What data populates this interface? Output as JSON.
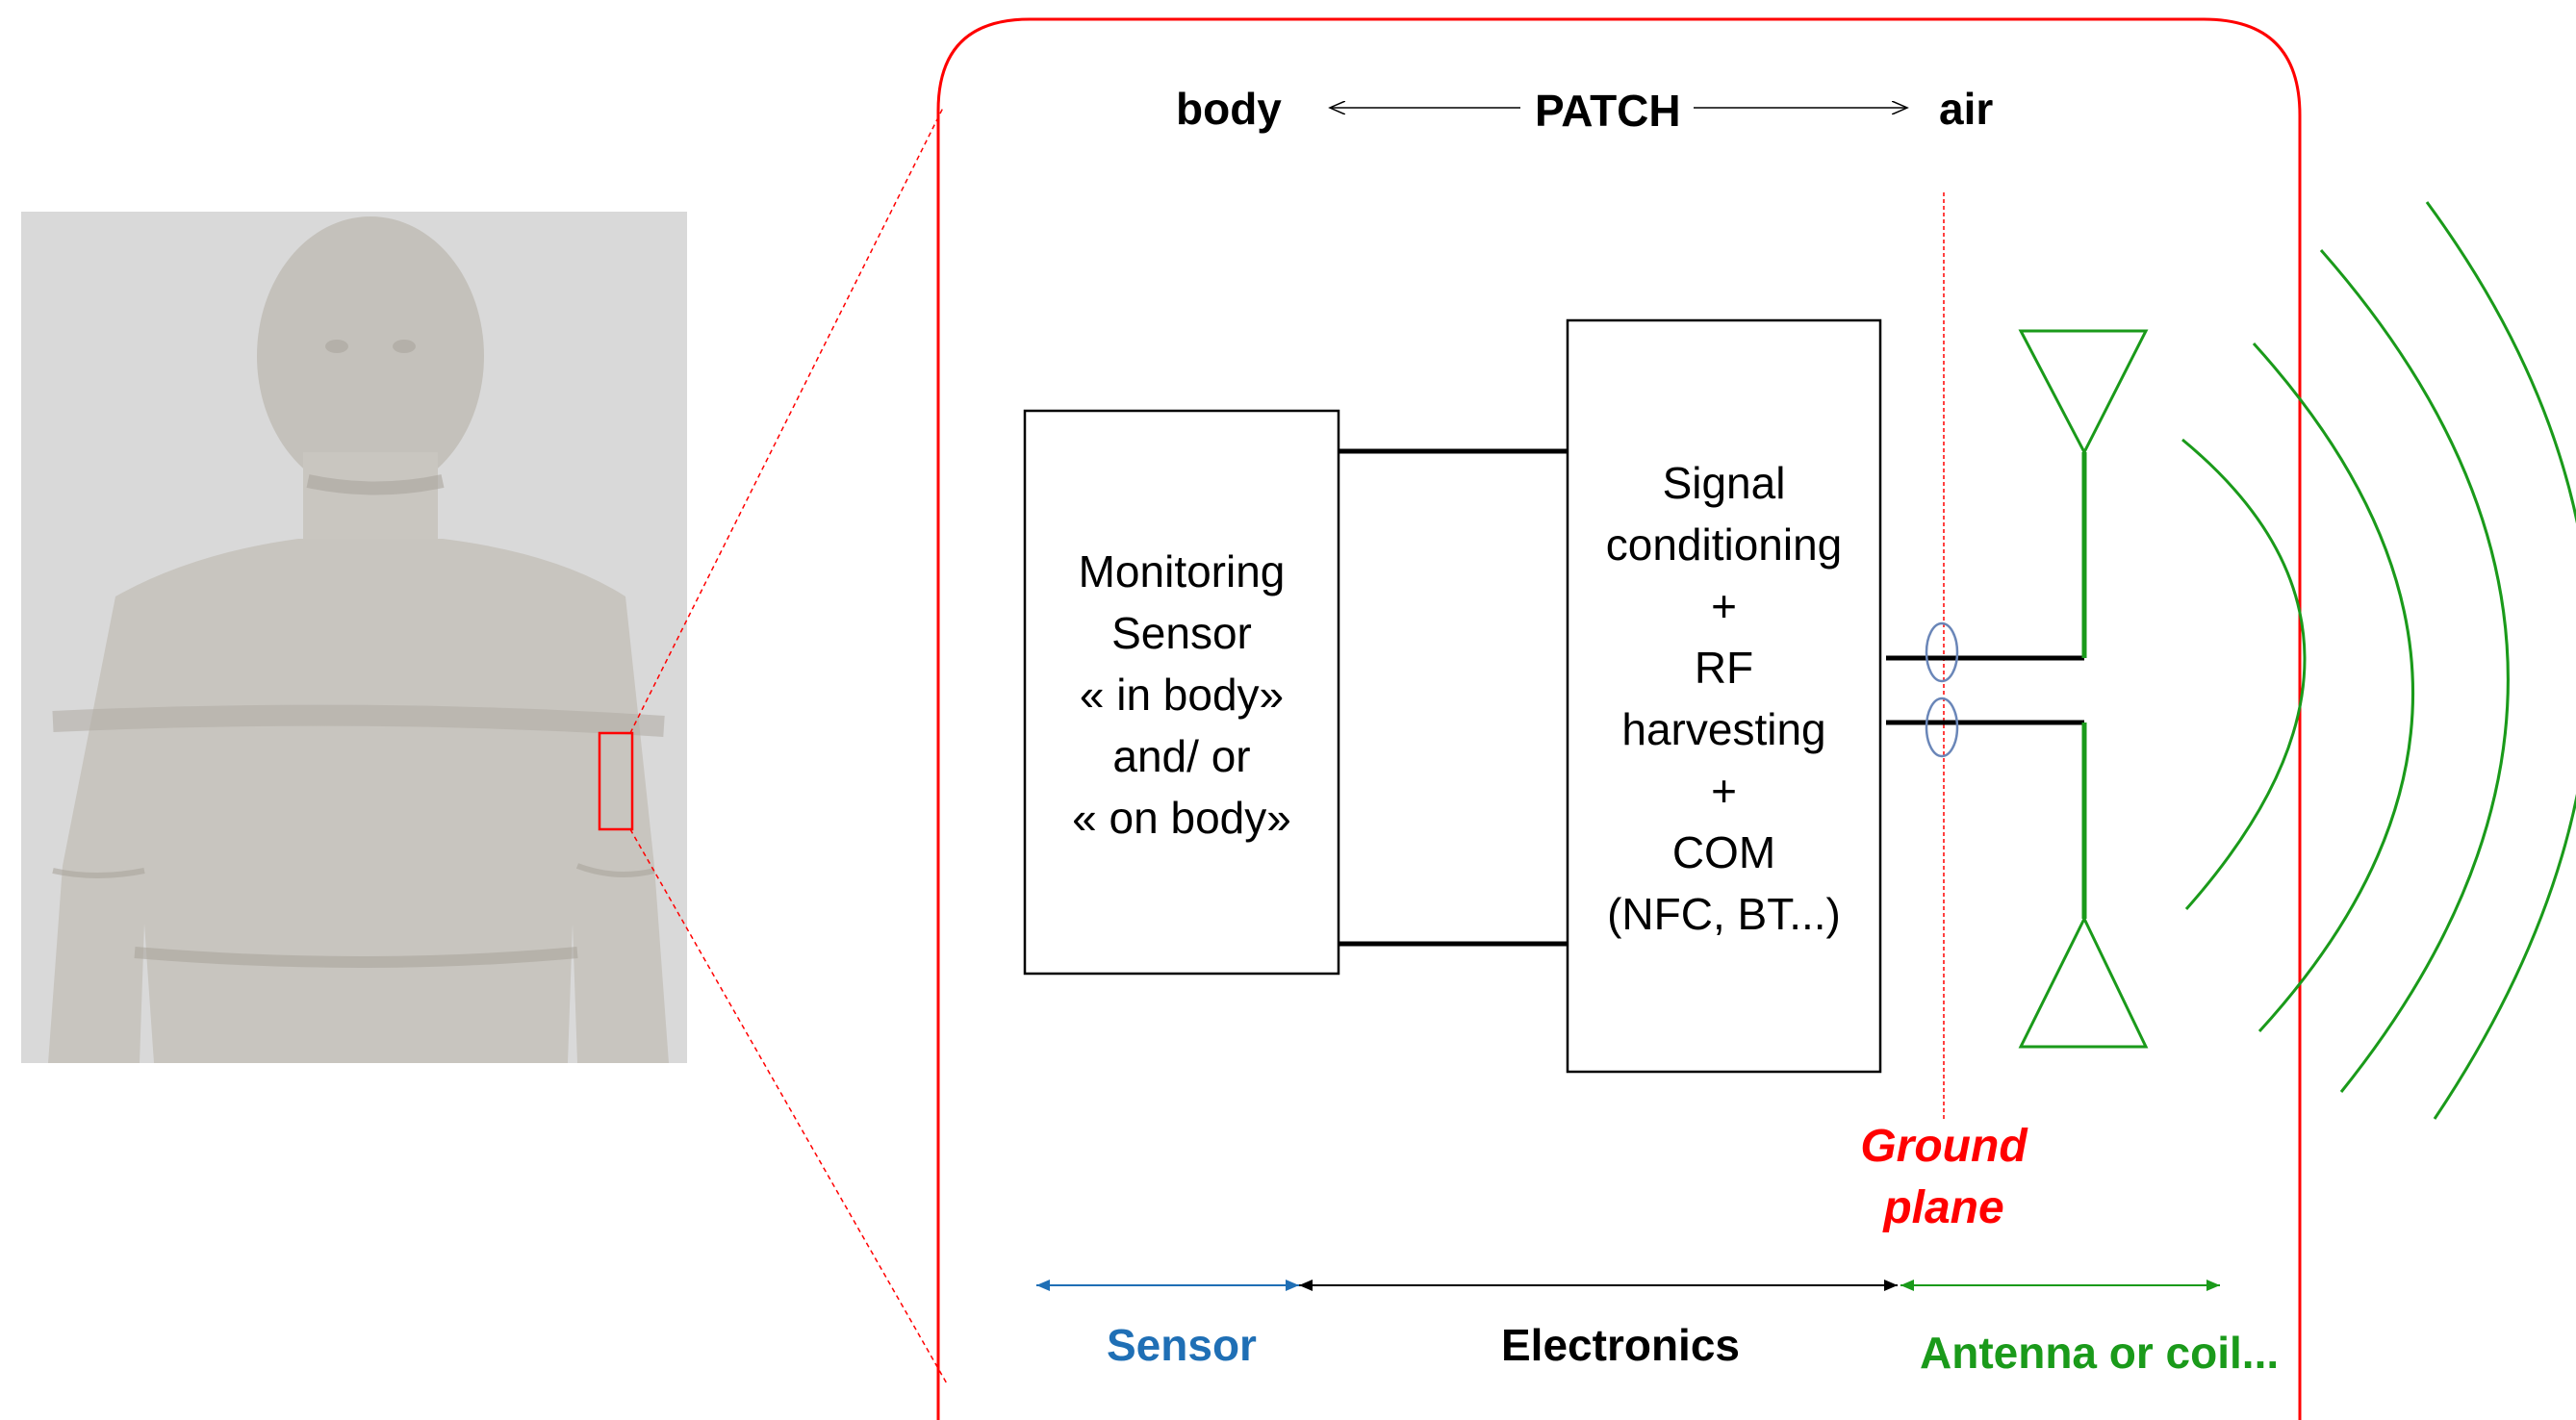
{
  "header": {
    "left_label": "body",
    "center_label": "PATCH",
    "right_label": "air"
  },
  "sensor_block": {
    "lines": [
      "Monitoring",
      "Sensor",
      "« in body»",
      "and/ or",
      "« on body»"
    ]
  },
  "electronics_block": {
    "lines": [
      "Signal",
      "conditioning",
      "+",
      "RF",
      "harvesting",
      "+",
      "COM",
      "(NFC, BT...)"
    ]
  },
  "ground_plane": {
    "lines": [
      "Ground",
      "plane"
    ]
  },
  "sections": {
    "sensor": "Sensor",
    "electronics": "Electronics",
    "antenna": "Antenna or coil..."
  },
  "colors": {
    "frame": "#ff0000",
    "sensor": "#1f6fb5",
    "electronics": "#000000",
    "antenna": "#1a9a1a",
    "coupling_ring": "#6a86b8",
    "body_figure": "#c9c5be",
    "figure_background": "#d9d9d9"
  }
}
